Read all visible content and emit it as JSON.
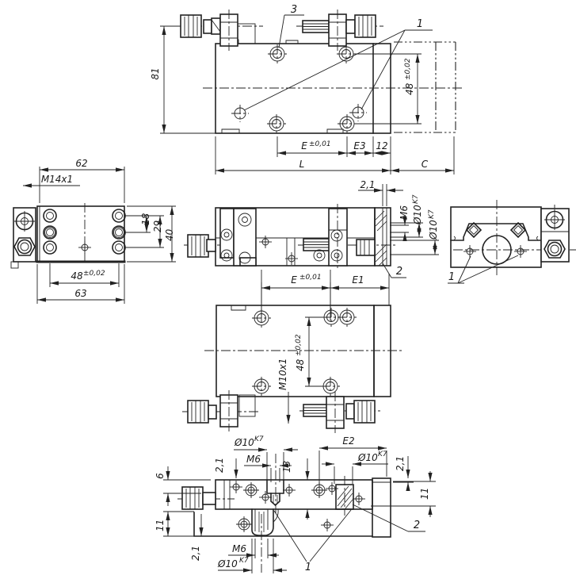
{
  "drawing": {
    "type": "mechanical-engineering-drawing",
    "background": "#ffffff",
    "line_color": "#222222",
    "top_view": {
      "height": "81",
      "spacing": "48",
      "spacing_tol": "±0,02",
      "e": "E",
      "e_tol": "±0,01",
      "e3": "E3",
      "d12": "12",
      "l": "L",
      "c": "C",
      "callout_hole": "3",
      "callout_pins": "1"
    },
    "left_view": {
      "width_top": "62",
      "thread": "M14x1",
      "d18": "18",
      "d29": "29",
      "d40": "40",
      "spacing": "48",
      "spacing_tol": "±0,02",
      "width_base": "63"
    },
    "front_view": {
      "gap": "2,1",
      "thread": "M6",
      "fit1": "Ø10",
      "fit1_sup": "K7",
      "fit2": "Ø10",
      "fit2_sup": "K7",
      "callout": "2",
      "e": "E",
      "e_tol": "±0,01",
      "e1": "E1"
    },
    "section_view": {
      "callout": "1"
    },
    "plan_view": {
      "spacing": "48",
      "spacing_tol": "±0,02",
      "thread": "M10x1"
    },
    "bottom_view": {
      "fit_tl": "Ø10",
      "fit_tl_sup": "K7",
      "thread_top": "M6",
      "gap_l": "2,1",
      "d13": "13",
      "e2": "E2",
      "fit_tr": "Ø10",
      "fit_tr_sup": "K7",
      "gap_r": "2,1",
      "d6": "6",
      "d11_l": "11",
      "gap_b": "2,1",
      "thread_bottom": "M6",
      "fit_b": "Ø10",
      "fit_b_sup": "K7",
      "d11_r": "11",
      "callout_pins": "1",
      "callout_screw": "2"
    }
  }
}
